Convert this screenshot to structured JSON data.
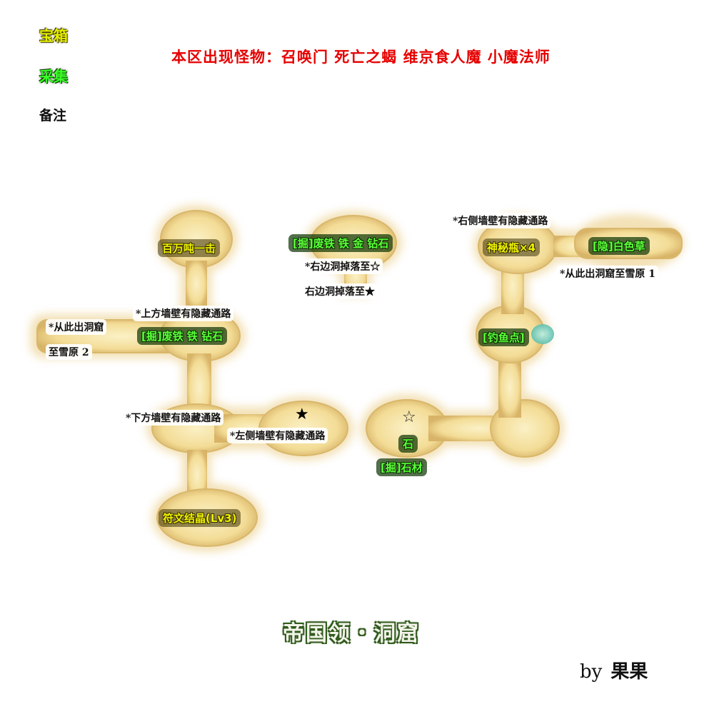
{
  "legend": {
    "chest": "宝箱",
    "gather": "采集",
    "note": "备注"
  },
  "monsters": "本区出现怪物：召唤门 死亡之蝎 维京食人魔 小魔法师",
  "labels": {
    "million_ton_strike": "百万吨一击",
    "dig_top": "[掘]废铁 铁 金 钻石",
    "fall_hollow": "*右边洞掉落至☆",
    "fall_filled": "右边洞掉落至★",
    "hidden_right_wall": "*右侧墙壁有隐藏通路",
    "mystery_bottle": "神秘瓶×4",
    "hidden_white_grass": "[隐]白色草",
    "exit_snowfield_1": "*从此出洞窟至雪原 1",
    "hidden_top_wall": "*上方墙壁有隐藏通路",
    "exit_snowfield_2a": "*从此出洞窟",
    "exit_snowfield_2b": "至雪原 2",
    "dig_left": "[掘]废铁 铁 钻石",
    "fishing_spot": "[钓鱼点]",
    "hidden_bottom_wall": "*下方墙壁有隐藏通路",
    "hidden_left_wall": "*左侧墙壁有隐藏通路",
    "stone": "石",
    "dig_stone": "[掘]石材",
    "rune_crystal": "符文结晶(Lv3)",
    "star_filled": "★",
    "star_hollow": "☆"
  },
  "title": "帝国领・洞窟",
  "credit": {
    "by": "by",
    "author": "果果"
  },
  "colors": {
    "cave_fill": "#f7e6a8",
    "cave_edge": "#c8a35a",
    "chest_text": "#eef200",
    "gather_text": "#5cff3a",
    "monster_text": "#e60000",
    "title_outline": "#2f5a1c",
    "water": "#7fd6c8"
  }
}
